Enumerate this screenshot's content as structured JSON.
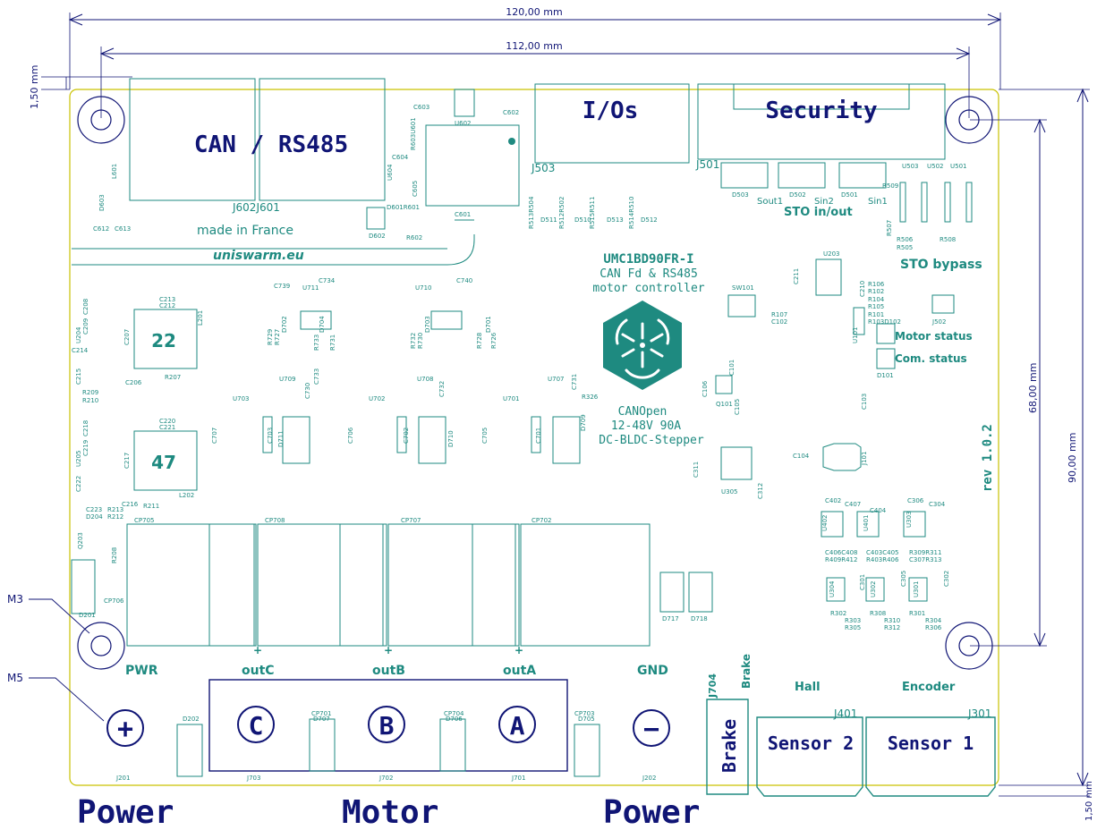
{
  "dimensions": {
    "width_total": "120,00 mm",
    "hole_pitch_x": "112,00 mm",
    "margin_top": "1,50 mm",
    "height_total": "90,00 mm",
    "hole_pitch_y": "68,00 mm",
    "margin_bottom": "1,50 mm"
  },
  "connectors": {
    "can_rs485": "CAN / RS485",
    "ios": "I/Os",
    "security": "Security",
    "j503": "J503",
    "j501": "J501",
    "j602j601": "J602J601",
    "sensor2": "Sensor 2",
    "sensor1": "Sensor 1",
    "j401": "J401",
    "j301": "J301",
    "hall": "Hall",
    "encoder": "Encoder",
    "brake": "Brake",
    "j704": "J704",
    "brake_small": "Brake"
  },
  "silk_text": {
    "made_in": "made in France",
    "website": "uniswarm.eu",
    "sto_inout": "STO in/out",
    "sto_bypass": "STO bypass",
    "sout1": "Sout1",
    "sin2": "Sin2",
    "sin1": "Sin1",
    "motor_status": "Motor status",
    "com_status": "Com. status",
    "rev": "rev 1.0.2",
    "inductor_22": "22",
    "inductor_47": "47"
  },
  "product": {
    "model": "UMC1BD90FR-I",
    "line1": "CAN Fd & RS485",
    "line2": "motor controller",
    "protocol": "CANOpen",
    "rating": "12-48V 90A",
    "motor_types": "DC-BLDC-Stepper"
  },
  "terminals": {
    "pwr": "PWR",
    "outc": "outC",
    "outb": "outB",
    "outa": "outA",
    "gnd": "GND",
    "plus": "+",
    "c": "C",
    "b": "B",
    "a": "A",
    "minus": "−",
    "j201": "J201",
    "j703": "J703",
    "j702": "J702",
    "j701": "J701",
    "j202": "J202",
    "cp705": "CP705",
    "cp708": "CP708",
    "cp707": "CP707",
    "cp702": "CP702",
    "cp706": "CP706"
  },
  "bottom_labels": {
    "power_left": "Power",
    "motor": "Motor",
    "power_right": "Power"
  },
  "mount_labels": {
    "m3": "M3",
    "m5": "M5"
  },
  "references": [
    "C603",
    "C602",
    "U602",
    "R603U601",
    "C604",
    "U604",
    "C605",
    "C601",
    "D601R601",
    "D602",
    "R602",
    "L601",
    "D603",
    "C612",
    "C613",
    "R513R504",
    "R512R502",
    "R515R511",
    "R514R510",
    "D511",
    "D510",
    "D513",
    "D512",
    "D503",
    "D502",
    "D501",
    "R509",
    "U503",
    "U502",
    "U501",
    "R507",
    "R506",
    "R505",
    "R508",
    "J502",
    "U203",
    "C211",
    "C210",
    "R106",
    "R102",
    "R104",
    "R105",
    "R101",
    "R103D102",
    "U101",
    "D101",
    "SW101",
    "R107",
    "C102",
    "C101",
    "C106",
    "Q101",
    "C105",
    "C103",
    "C104",
    "J101",
    "C311",
    "C312",
    "U305",
    "C739",
    "U711",
    "C734",
    "D702",
    "R729",
    "R727",
    "D704",
    "R733",
    "R731",
    "U710",
    "C740",
    "D703",
    "R732",
    "R730",
    "D701",
    "R728",
    "R726",
    "C213",
    "C212",
    "L201",
    "C208",
    "C209",
    "U204",
    "C214",
    "C207",
    "C206",
    "R207",
    "C215",
    "R209",
    "R210",
    "C220",
    "C221",
    "C218",
    "C219",
    "U205",
    "C217",
    "C222",
    "C216",
    "R211",
    "L202",
    "C223",
    "R213",
    "D204",
    "R212",
    "Q203",
    "R208",
    "D201",
    "CP706",
    "U709",
    "C730",
    "C733",
    "U703",
    "C707",
    "C703",
    "D711",
    "U708",
    "C732",
    "U702",
    "C706",
    "C702",
    "D710",
    "U707",
    "C731",
    "R326",
    "U701",
    "C705",
    "C701",
    "D709",
    "C402",
    "C407",
    "C306",
    "C304",
    "U402",
    "U401",
    "C404",
    "U303",
    "C406C408",
    "C403C405",
    "R309R311",
    "R409R412",
    "R403R406",
    "C307R313",
    "U304",
    "C301",
    "U302",
    "C305",
    "U301",
    "C302",
    "R302",
    "R303",
    "R305",
    "R308",
    "R310",
    "R312",
    "R301",
    "R304",
    "R306",
    "D717",
    "D718",
    "D202",
    "CP701",
    "D707",
    "CP704",
    "D706",
    "CP703",
    "D705"
  ]
}
